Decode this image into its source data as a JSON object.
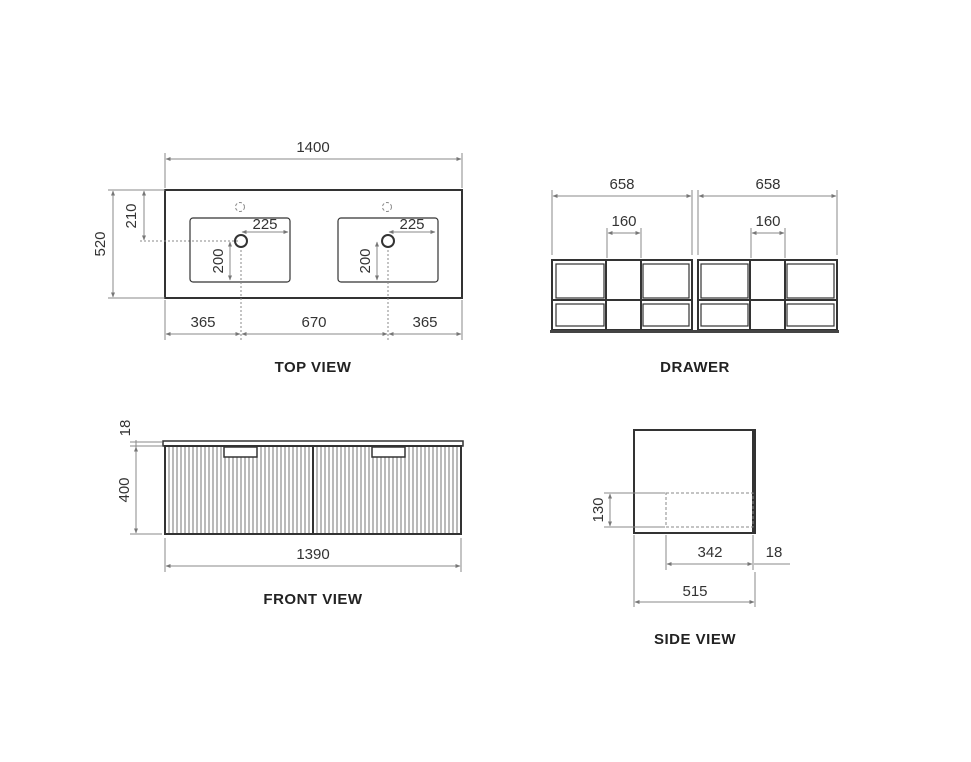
{
  "top_view": {
    "title": "TOP VIEW",
    "overall_width": "1400",
    "overall_depth": "520",
    "tap_offset": "210",
    "basin_left_width": "225",
    "basin_left_depth": "200",
    "basin_right_width": "225",
    "basin_right_depth": "200",
    "left_edge": "365",
    "center_spacing": "670",
    "right_edge": "365"
  },
  "drawer": {
    "title": "DRAWER",
    "left_width": "658",
    "right_width": "658",
    "left_gap": "160",
    "right_gap": "160"
  },
  "front_view": {
    "title": "FRONT VIEW",
    "top_thickness": "18",
    "height": "400",
    "width": "1390"
  },
  "side_view": {
    "title": "SIDE VIEW",
    "drawer_height": "130",
    "drawer_depth": "342",
    "back_offset": "18",
    "overall_depth": "515"
  }
}
